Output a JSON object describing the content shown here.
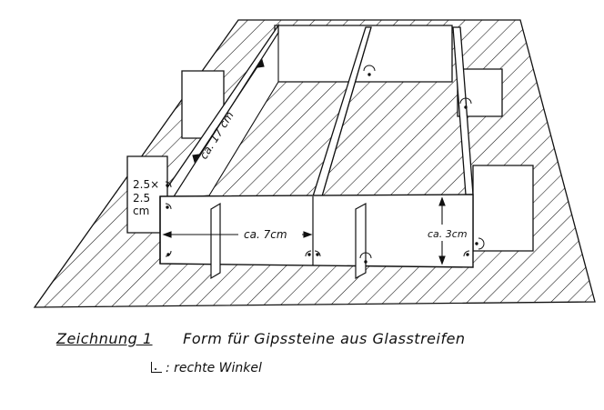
{
  "figure": {
    "labels": {
      "length": "ca. 17 cm",
      "width": "ca. 7cm",
      "height": "ca. 3cm",
      "block_line1": "2.5×",
      "block_line2": "2.5",
      "block_line3": "cm"
    }
  },
  "caption": {
    "title": "Zeichnung 1",
    "description": "Form für Gipssteine aus Glasstreifen",
    "legend_text": ": rechte Winkel"
  },
  "colors": {
    "ink": "#111111",
    "paper": "#ffffff"
  }
}
